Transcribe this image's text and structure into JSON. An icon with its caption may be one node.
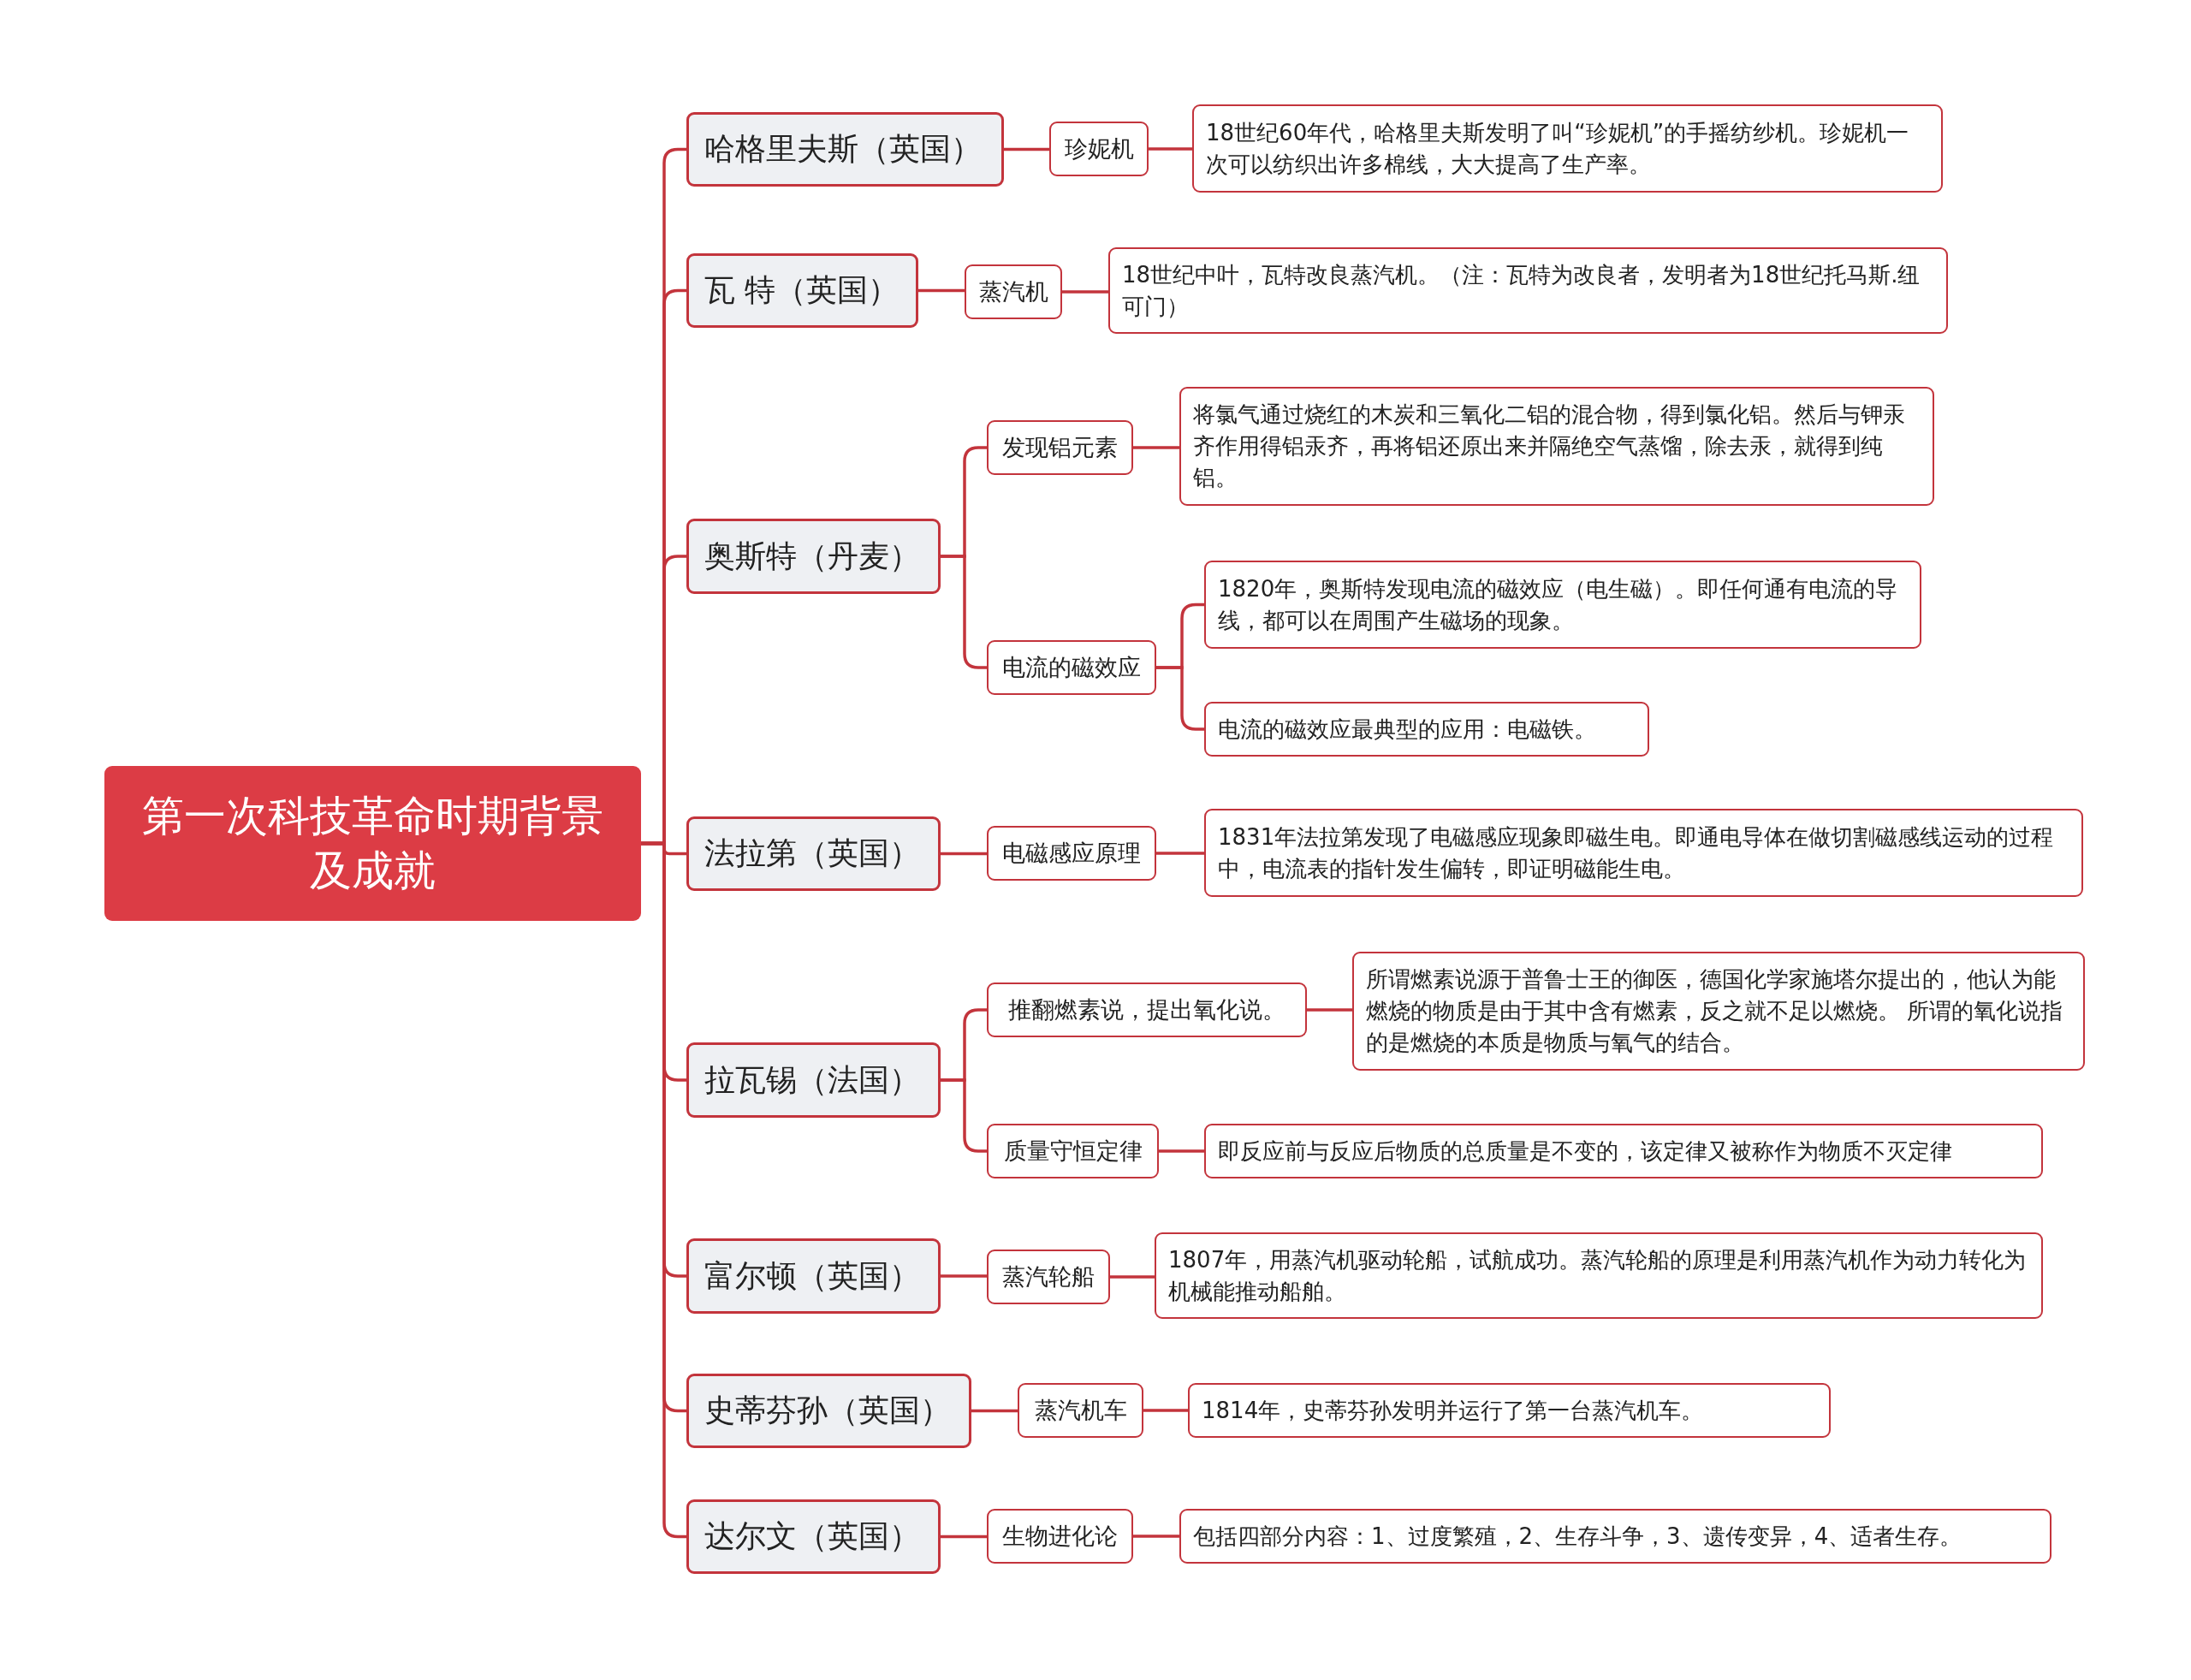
{
  "diagram": {
    "nodes": [
      {
        "text": [
          "第一次科技革命时期背景及成就"
        ]
      },
      {
        "text": [
          "哈格里夫斯（英国）"
        ]
      },
      {
        "text": [
          "珍妮机"
        ]
      },
      {
        "text": [
          "18世纪60年代，哈格里夫斯发明了叫“珍妮机”的手摇纺纱机。珍妮机一次可以纺织出许多棉线，大大提高了生产率。"
        ]
      },
      {
        "text": [
          "瓦 特（英国）"
        ]
      },
      {
        "text": [
          "蒸汽机"
        ]
      },
      {
        "text": [
          "18世纪中叶，瓦特改良蒸汽机。（注：瓦特为改良者，发明者为18世纪托马斯.纽可门）"
        ]
      },
      {
        "text": [
          "奥斯特（丹麦）"
        ]
      },
      {
        "text": [
          "发现铝元素"
        ]
      },
      {
        "text": [
          "将氯气通过烧红的木炭和三氧化二铝的混合物，得到氯化铝。然后与钾汞齐作用得铝汞齐，再将铝还原出来并隔绝空气蒸馏，除去汞，就得到纯铝。"
        ]
      },
      {
        "text": [
          "电流的磁效应"
        ]
      },
      {
        "text": [
          "1820年，奥斯特发现电流的磁效应（电生磁）。即任何通有电流的导线，都可以在周围产生磁场的现象。"
        ]
      },
      {
        "text": [
          "电流的磁效应最典型的应用：电磁铁。"
        ]
      },
      {
        "text": [
          "法拉第（英国）"
        ]
      },
      {
        "text": [
          "电磁感应原理"
        ]
      },
      {
        "text": [
          "1831年法拉第发现了电磁感应现象即磁生电。即通电导体在做切割磁感线运动的过程中，电流表的指针发生偏转，即证明磁能生电。"
        ]
      },
      {
        "text": [
          "拉瓦锡（法国）"
        ]
      },
      {
        "text": [
          "推翻燃素说，提出氧化说。"
        ]
      },
      {
        "text": [
          "所谓燃素说源于普鲁士王的御医，德国化学家施塔尔提出的，他认为能燃烧的物质是由于其中含有燃素，反之就不足以燃烧。 所谓的氧化说指的是燃烧的本质是物质与氧气的结合。"
        ]
      },
      {
        "text": [
          "质量守恒定律"
        ]
      },
      {
        "text": [
          "即反应前与反应后物质的总质量是不变的，该定律又被称作为物质不灭定律"
        ]
      },
      {
        "text": [
          "富尔顿（英国）"
        ]
      },
      {
        "text": [
          "蒸汽轮船"
        ]
      },
      {
        "text": [
          "1807年，用蒸汽机驱动轮船，试航成功。蒸汽轮船的原理是利用蒸汽机作为动力转化为机械能推动船舶。"
        ]
      },
      {
        "text": [
          "史蒂芬孙（英国）"
        ]
      },
      {
        "text": [
          "蒸汽机车"
        ]
      },
      {
        "text": [
          "1814年，史蒂芬孙发明并运行了第一台蒸汽机车。"
        ]
      },
      {
        "text": [
          "达尔文（英国）"
        ]
      },
      {
        "text": [
          "生物进化论"
        ]
      },
      {
        "text": [
          "包括四部分内容：1、过度繁殖，2、生存斗争，3、遗传变异，4、适者生存。"
        ]
      }
    ],
    "edges": [
      {
        "from": 0,
        "to": 1,
        "arrow": "none"
      },
      {
        "from": 0,
        "to": 4,
        "arrow": "none"
      },
      {
        "from": 0,
        "to": 7,
        "arrow": "none"
      },
      {
        "from": 0,
        "to": 13,
        "arrow": "none"
      },
      {
        "from": 0,
        "to": 16,
        "arrow": "none"
      },
      {
        "from": 0,
        "to": 21,
        "arrow": "none"
      },
      {
        "from": 0,
        "to": 24,
        "arrow": "none"
      },
      {
        "from": 0,
        "to": 27,
        "arrow": "none"
      },
      {
        "from": 1,
        "to": 2,
        "arrow": "none"
      },
      {
        "from": 2,
        "to": 3,
        "arrow": "none"
      },
      {
        "from": 4,
        "to": 5,
        "arrow": "none"
      },
      {
        "from": 5,
        "to": 6,
        "arrow": "none"
      },
      {
        "from": 7,
        "to": 8,
        "arrow": "none"
      },
      {
        "from": 8,
        "to": 9,
        "arrow": "none"
      },
      {
        "from": 7,
        "to": 10,
        "arrow": "none"
      },
      {
        "from": 10,
        "to": 11,
        "arrow": "none"
      },
      {
        "from": 10,
        "to": 12,
        "arrow": "none"
      },
      {
        "from": 13,
        "to": 14,
        "arrow": "none"
      },
      {
        "from": 14,
        "to": 15,
        "arrow": "none"
      },
      {
        "from": 16,
        "to": 17,
        "arrow": "none"
      },
      {
        "from": 17,
        "to": 18,
        "arrow": "none"
      },
      {
        "from": 16,
        "to": 19,
        "arrow": "none"
      },
      {
        "from": 19,
        "to": 20,
        "arrow": "none"
      },
      {
        "from": 21,
        "to": 22,
        "arrow": "none"
      },
      {
        "from": 22,
        "to": 23,
        "arrow": "none"
      },
      {
        "from": 24,
        "to": 25,
        "arrow": "none"
      },
      {
        "from": 25,
        "to": 26,
        "arrow": "none"
      },
      {
        "from": 27,
        "to": 28,
        "arrow": "none"
      },
      {
        "from": 28,
        "to": 29,
        "arrow": "none"
      }
    ]
  }
}
